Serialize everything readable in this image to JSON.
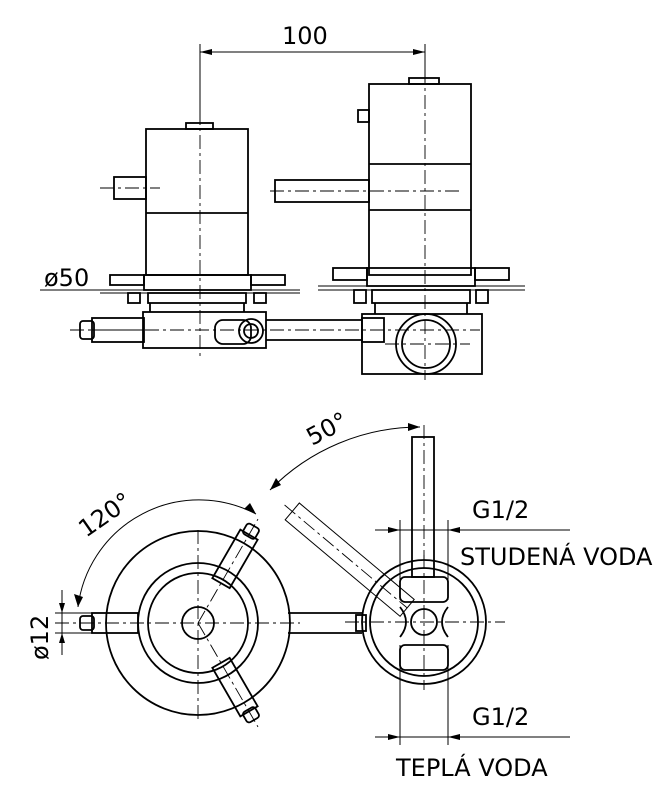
{
  "labels": {
    "dim_top": "100",
    "dia_flange": "ø50",
    "angle_50": "50°",
    "angle_120": "120°",
    "dia_12": "ø12",
    "thread_top": "G1/2",
    "cold_water": "STUDENÁ VODA",
    "thread_bottom": "G1/2",
    "warm_water": "TEPLÁ VODA"
  },
  "colors": {
    "line": "#000000",
    "background": "#ffffff"
  }
}
